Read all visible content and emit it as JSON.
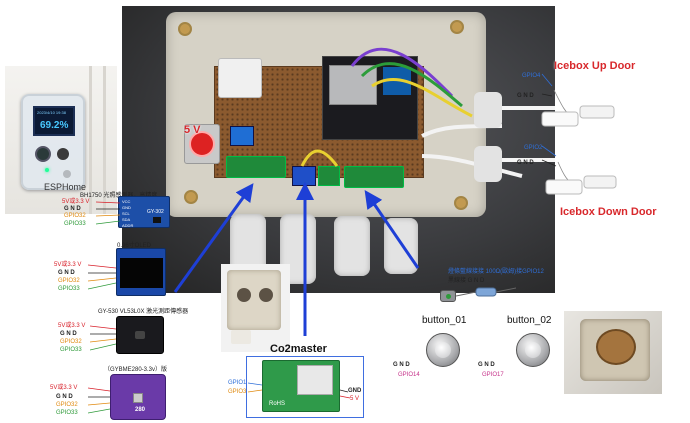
{
  "colors": {
    "red": "#d8282c",
    "gnd": "#222222",
    "gpio_orange": "#e08a10",
    "gpio_green": "#2f9a3a",
    "gpio_blue": "#2f6fd8",
    "gpio_pink": "#c6328a",
    "arrow_blue": "#1e3fd6"
  },
  "esphome": {
    "label": "ESPHome",
    "screen_top": "2023/4/10 19:38",
    "screen_value": "69.2%"
  },
  "sensor_bh1750": {
    "caption": "BH1750 光照感測器，高精度",
    "pins": [
      "5V或3.3 V",
      "G N D",
      "GPIO32",
      "GPIO33"
    ],
    "board_pins": [
      "VCC",
      "GND",
      "SCL",
      "SDA",
      "ADDR"
    ],
    "board_name": "GY-302"
  },
  "sensor_oled": {
    "caption": "0.96寸OLED",
    "pins": [
      "5V或3.3 V",
      "G N D",
      "GPIO32",
      "GPIO33"
    ]
  },
  "sensor_vl53": {
    "caption": "GY-530 VL53L0X 激光測距傳感器",
    "pins": [
      "5V或3.3 V",
      "G N D",
      "GPIO32",
      "GPIO33"
    ]
  },
  "sensor_bme": {
    "caption": "（GYBME280-3.3v）版",
    "pins": [
      "5V或3.3 V",
      "G N D",
      "GPIO32",
      "GPIO33"
    ],
    "board_name": "280"
  },
  "enclosure": {
    "voltage_label": "5 V"
  },
  "icebox": {
    "up_title": "Icebox Up Door",
    "up_pins": [
      "GPIO4",
      "G N D"
    ],
    "down_title": "Icebox Down Door",
    "down_pins": [
      "GPIO2",
      "G N D"
    ]
  },
  "indicator": {
    "caption_line1": "燈條藍線接接 100Ω(歐姆)接GPIO12",
    "caption_line2": "黑線接 G N D"
  },
  "co2": {
    "title": "Co2master",
    "left_pins": [
      "GPIO1",
      "GPIO3"
    ],
    "right_pins": [
      "GND",
      "5 V"
    ],
    "board_text": "RoHS"
  },
  "buttons": {
    "button1": {
      "title": "button_01",
      "pins": [
        "G N D",
        "GPIO14"
      ]
    },
    "button2": {
      "title": "button_02",
      "pins": [
        "G N D",
        "GPIO17"
      ]
    }
  }
}
